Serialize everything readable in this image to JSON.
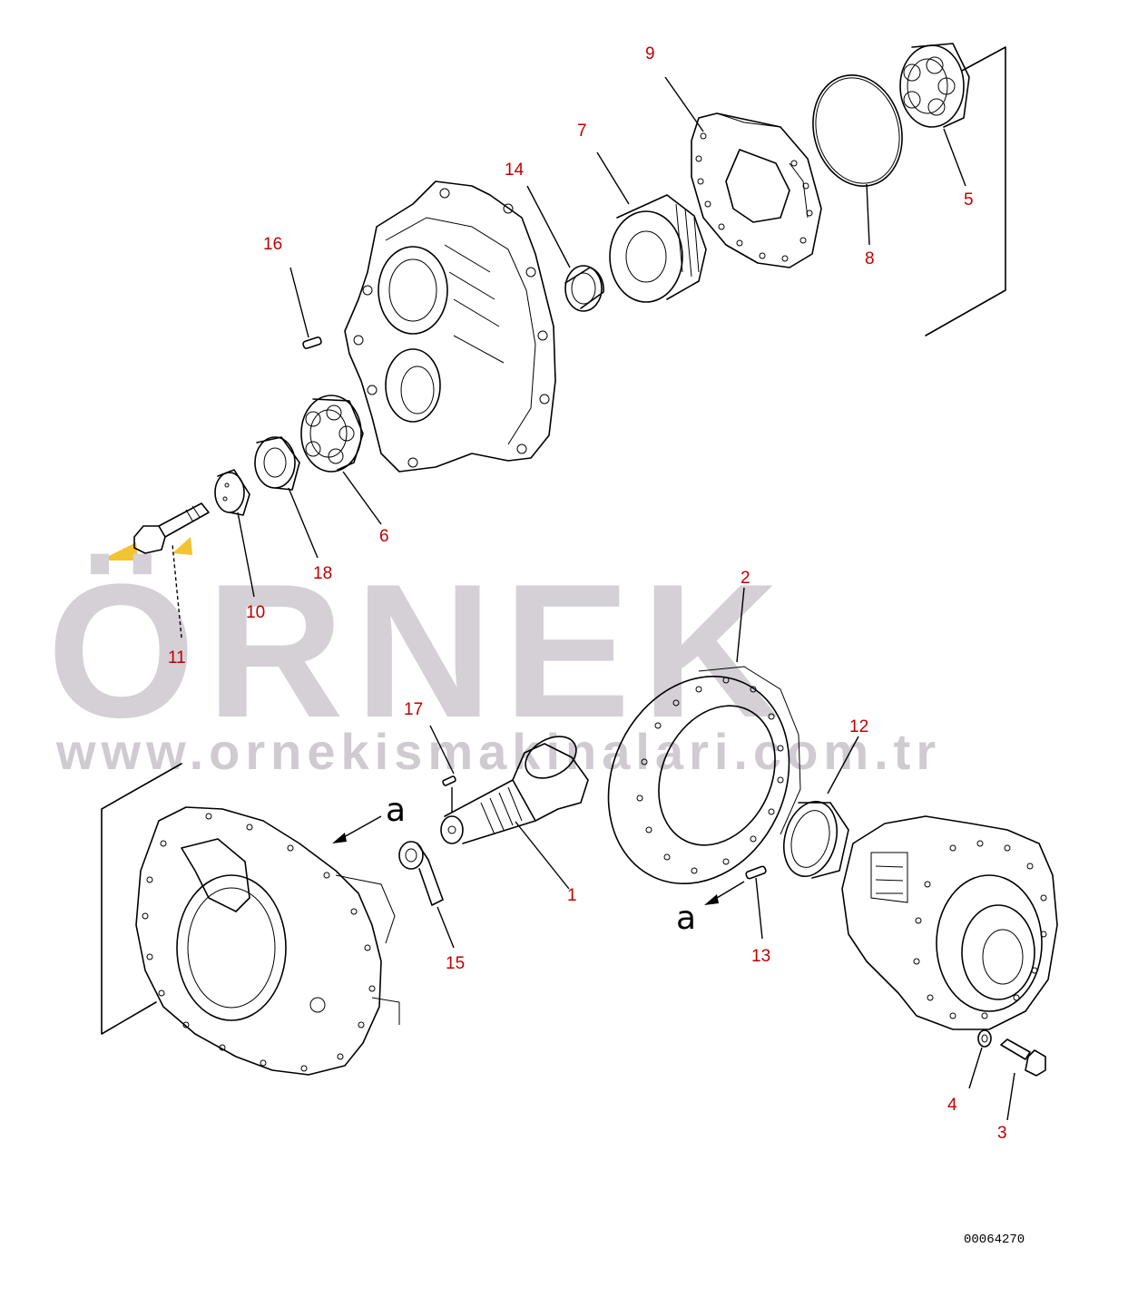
{
  "watermark": {
    "brand": "ÖRNEK",
    "url": "www.ornekismakinalari.com.tr",
    "accent_color": "#f2c230",
    "text_color": "#d4d0d6"
  },
  "drawing_number": "00064270",
  "view_marker": "a",
  "callout_color": "#c00000",
  "callouts": [
    "1",
    "2",
    "3",
    "4",
    "5",
    "6",
    "7",
    "8",
    "9",
    "10",
    "11",
    "12",
    "13",
    "14",
    "15",
    "16",
    "17",
    "18"
  ]
}
